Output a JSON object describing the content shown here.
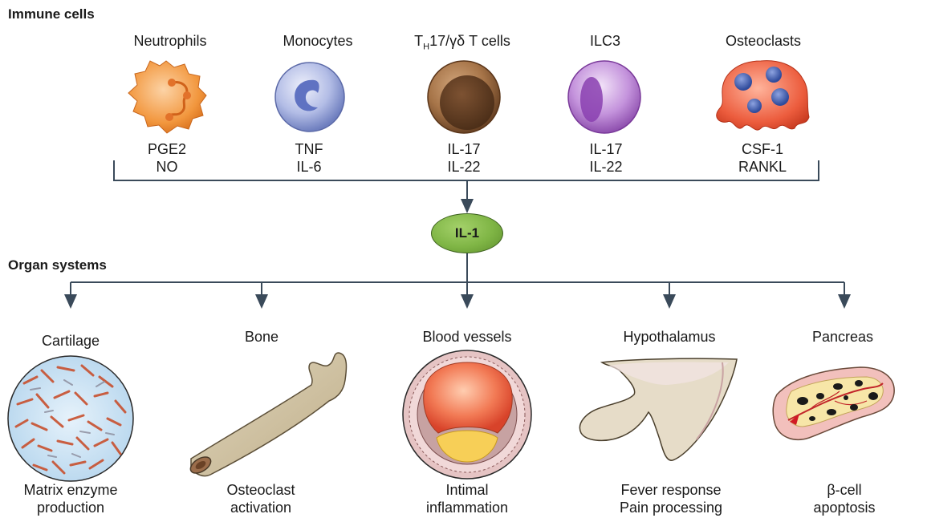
{
  "sections": {
    "immune_title": "Immune cells",
    "organ_title": "Organ systems"
  },
  "immune_cells": [
    {
      "name": "Neutrophils",
      "line1": "PGE2",
      "line2": "NO"
    },
    {
      "name": "Monocytes",
      "line1": "TNF",
      "line2": "IL-6"
    },
    {
      "name_prefix": "T",
      "name_sub": "H",
      "name": "17/γδ T cells",
      "line1": "IL-17",
      "line2": "IL-22"
    },
    {
      "name": "ILC3",
      "line1": "IL-17",
      "line2": "IL-22"
    },
    {
      "name": "Osteoclasts",
      "line1": "CSF-1",
      "line2": "RANKL"
    }
  ],
  "hub": {
    "label": "IL-1"
  },
  "organs": [
    {
      "name": "Cartilage",
      "line1": "Matrix enzyme",
      "line2": "production"
    },
    {
      "name": "Bone",
      "line1": "Osteoclast",
      "line2": "activation"
    },
    {
      "name": "Blood vessels",
      "line1": "Intimal",
      "line2": "inflammation"
    },
    {
      "name": "Hypothalamus",
      "line1": "Fever response",
      "line2": "Pain processing"
    },
    {
      "name": "Pancreas",
      "line1": "β-cell",
      "line2": "apoptosis"
    }
  ],
  "colors": {
    "connector": "#3a4a5a",
    "neutrophil": "#f0913a",
    "monocyte": "#a9b4e0",
    "th17": "#8a5a36",
    "ilc3": "#b57ad0",
    "osteoclast": "#e85a3c",
    "il1": "#7fb545"
  }
}
